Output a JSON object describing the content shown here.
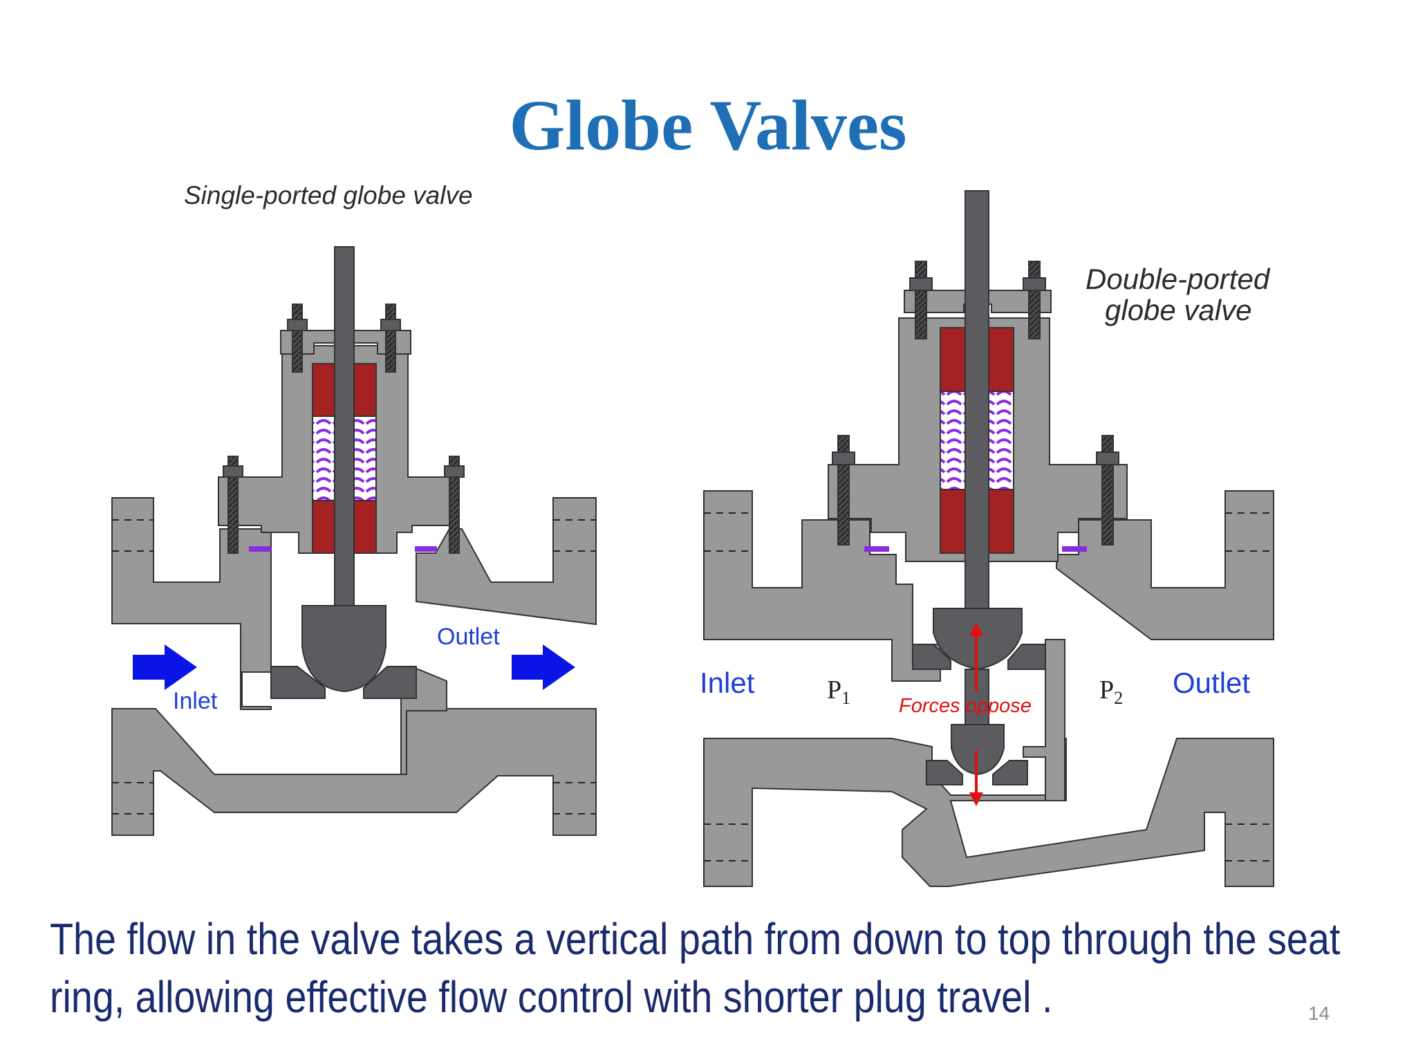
{
  "slide": {
    "title": "Globe Valves",
    "body_line_1": "The flow in the valve takes a vertical path from down to top through the seat",
    "body_line_2": "ring, allowing effective flow control with shorter plug travel .",
    "page_number": "14"
  },
  "single_valve": {
    "caption": "Single-ported globe valve",
    "inlet_label": "Inlet",
    "outlet_label": "Outlet"
  },
  "double_valve": {
    "caption_line_1": "Double-ported",
    "caption_line_2": "globe valve",
    "inlet_label": "Inlet",
    "outlet_label": "Outlet",
    "p1_label": "P",
    "p1_sub": "1",
    "p2_label": "P",
    "p2_sub": "2",
    "forces_label": "Forces oppose"
  },
  "colors": {
    "title": "#1f6fb6",
    "body_text": "#1a2b6d",
    "valve_body": "#999999",
    "stem": "#5c5c60",
    "packing": "#a52222",
    "spring": "#8a2be2",
    "flow_arrow": "#0a14e6",
    "label_blue": "#1f3fd8",
    "forces_red": "#e01010"
  }
}
